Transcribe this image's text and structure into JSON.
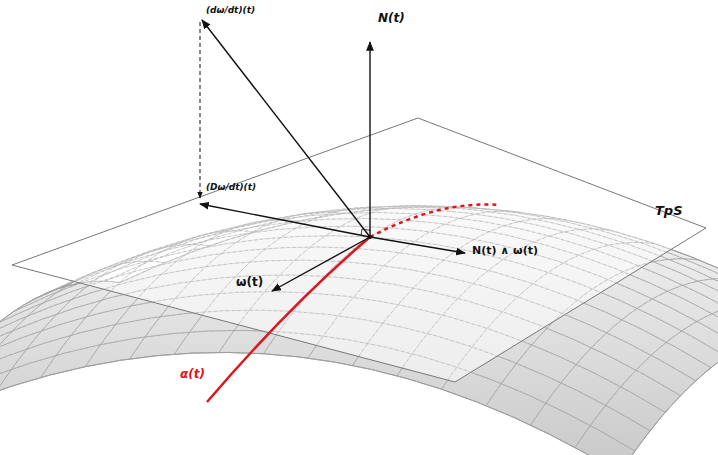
{
  "diagram": {
    "labels": [
      "(dω/dt)(t)",
      "N(t)",
      "(Dω/dt)(t)",
      "N(t) ∧ ω(t)",
      "ω(t)",
      "α(t)",
      "TpS"
    ]
  }
}
